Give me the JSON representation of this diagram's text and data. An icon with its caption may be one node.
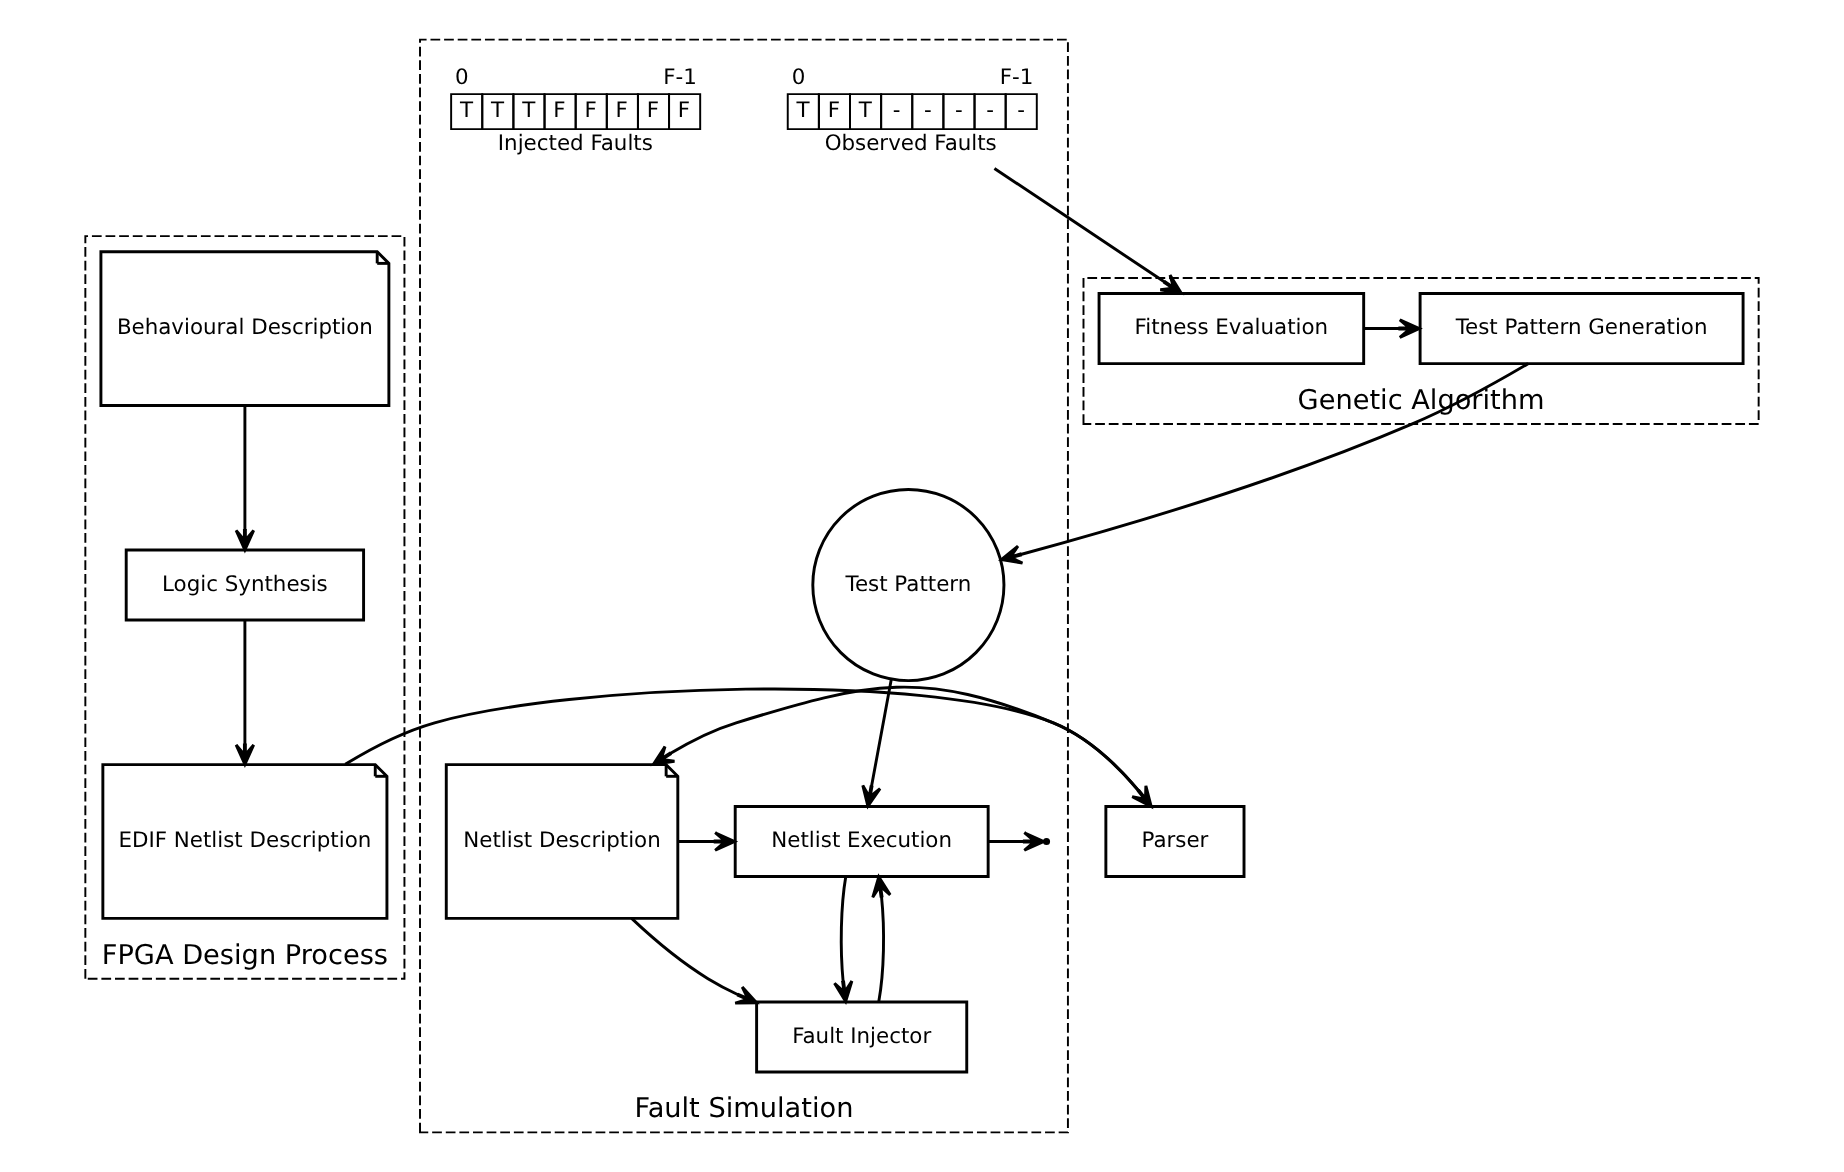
{
  "diagram": {
    "nodes": [
      {
        "text": [
          "FPGA Design Process"
        ]
      },
      {
        "text": [
          "Behavioural Description"
        ],
        "in": 0
      },
      {
        "text": [
          "Logic Synthesis"
        ],
        "in": 0
      },
      {
        "text": [
          "EDIF Netlist Description"
        ],
        "in": 0
      },
      {
        "text": [
          "Genetic Algorithm"
        ]
      },
      {
        "text": [
          "Test Pattern Generation"
        ],
        "in": 4
      },
      {
        "text": [
          "Fitness Evaluation"
        ],
        "in": 4
      },
      {
        "text": [
          "Parser"
        ]
      },
      {
        "text": [
          "Fault Simulation"
        ]
      },
      {
        "text": [
          "Test Pattern"
        ],
        "in": 8
      },
      {
        "text": [
          "Netlist Description"
        ],
        "in": 8
      },
      {
        "text": [
          "Netlist Execution"
        ],
        "in": 8
      },
      {
        "text": [
          "Fault Injector"
        ],
        "in": 8
      },
      {
        "text": [
          "T",
          "F",
          "T",
          "-",
          "-",
          "-",
          "-",
          "-"
        ],
        "beside": [
          "0",
          "F-1",
          "Observed Faults"
        ],
        "in": 8
      },
      {
        "text": [
          "T",
          "T",
          "T",
          "F",
          "F",
          "F",
          "F",
          "F"
        ],
        "beside": [
          "0",
          "F-1",
          "Injected Faults"
        ],
        "in": 8
      }
    ],
    "edges": [
      {
        "from": 1,
        "to": 2,
        "arrow": "to"
      },
      {
        "from": 2,
        "to": 3,
        "arrow": "to"
      },
      {
        "from": 3,
        "to": 7,
        "arrow": "to"
      },
      {
        "from": 7,
        "to": 10,
        "arrow": "to"
      },
      {
        "from": 6,
        "to": 5,
        "arrow": "to"
      },
      {
        "from": 5,
        "to": 9,
        "arrow": "to"
      },
      {
        "from": 9,
        "to": 11,
        "arrow": "to"
      },
      {
        "from": 10,
        "to": 11,
        "arrow": "to"
      },
      {
        "from": 10,
        "to": 12,
        "arrow": "to"
      },
      {
        "from": 12,
        "to": 11,
        "arrow": "to"
      },
      {
        "from": 11,
        "to": null,
        "arrow": "to"
      },
      {
        "from": 11,
        "to": 12,
        "arrow": "to"
      },
      {
        "from": 13,
        "to": 6,
        "arrow": "to"
      }
    ]
  }
}
